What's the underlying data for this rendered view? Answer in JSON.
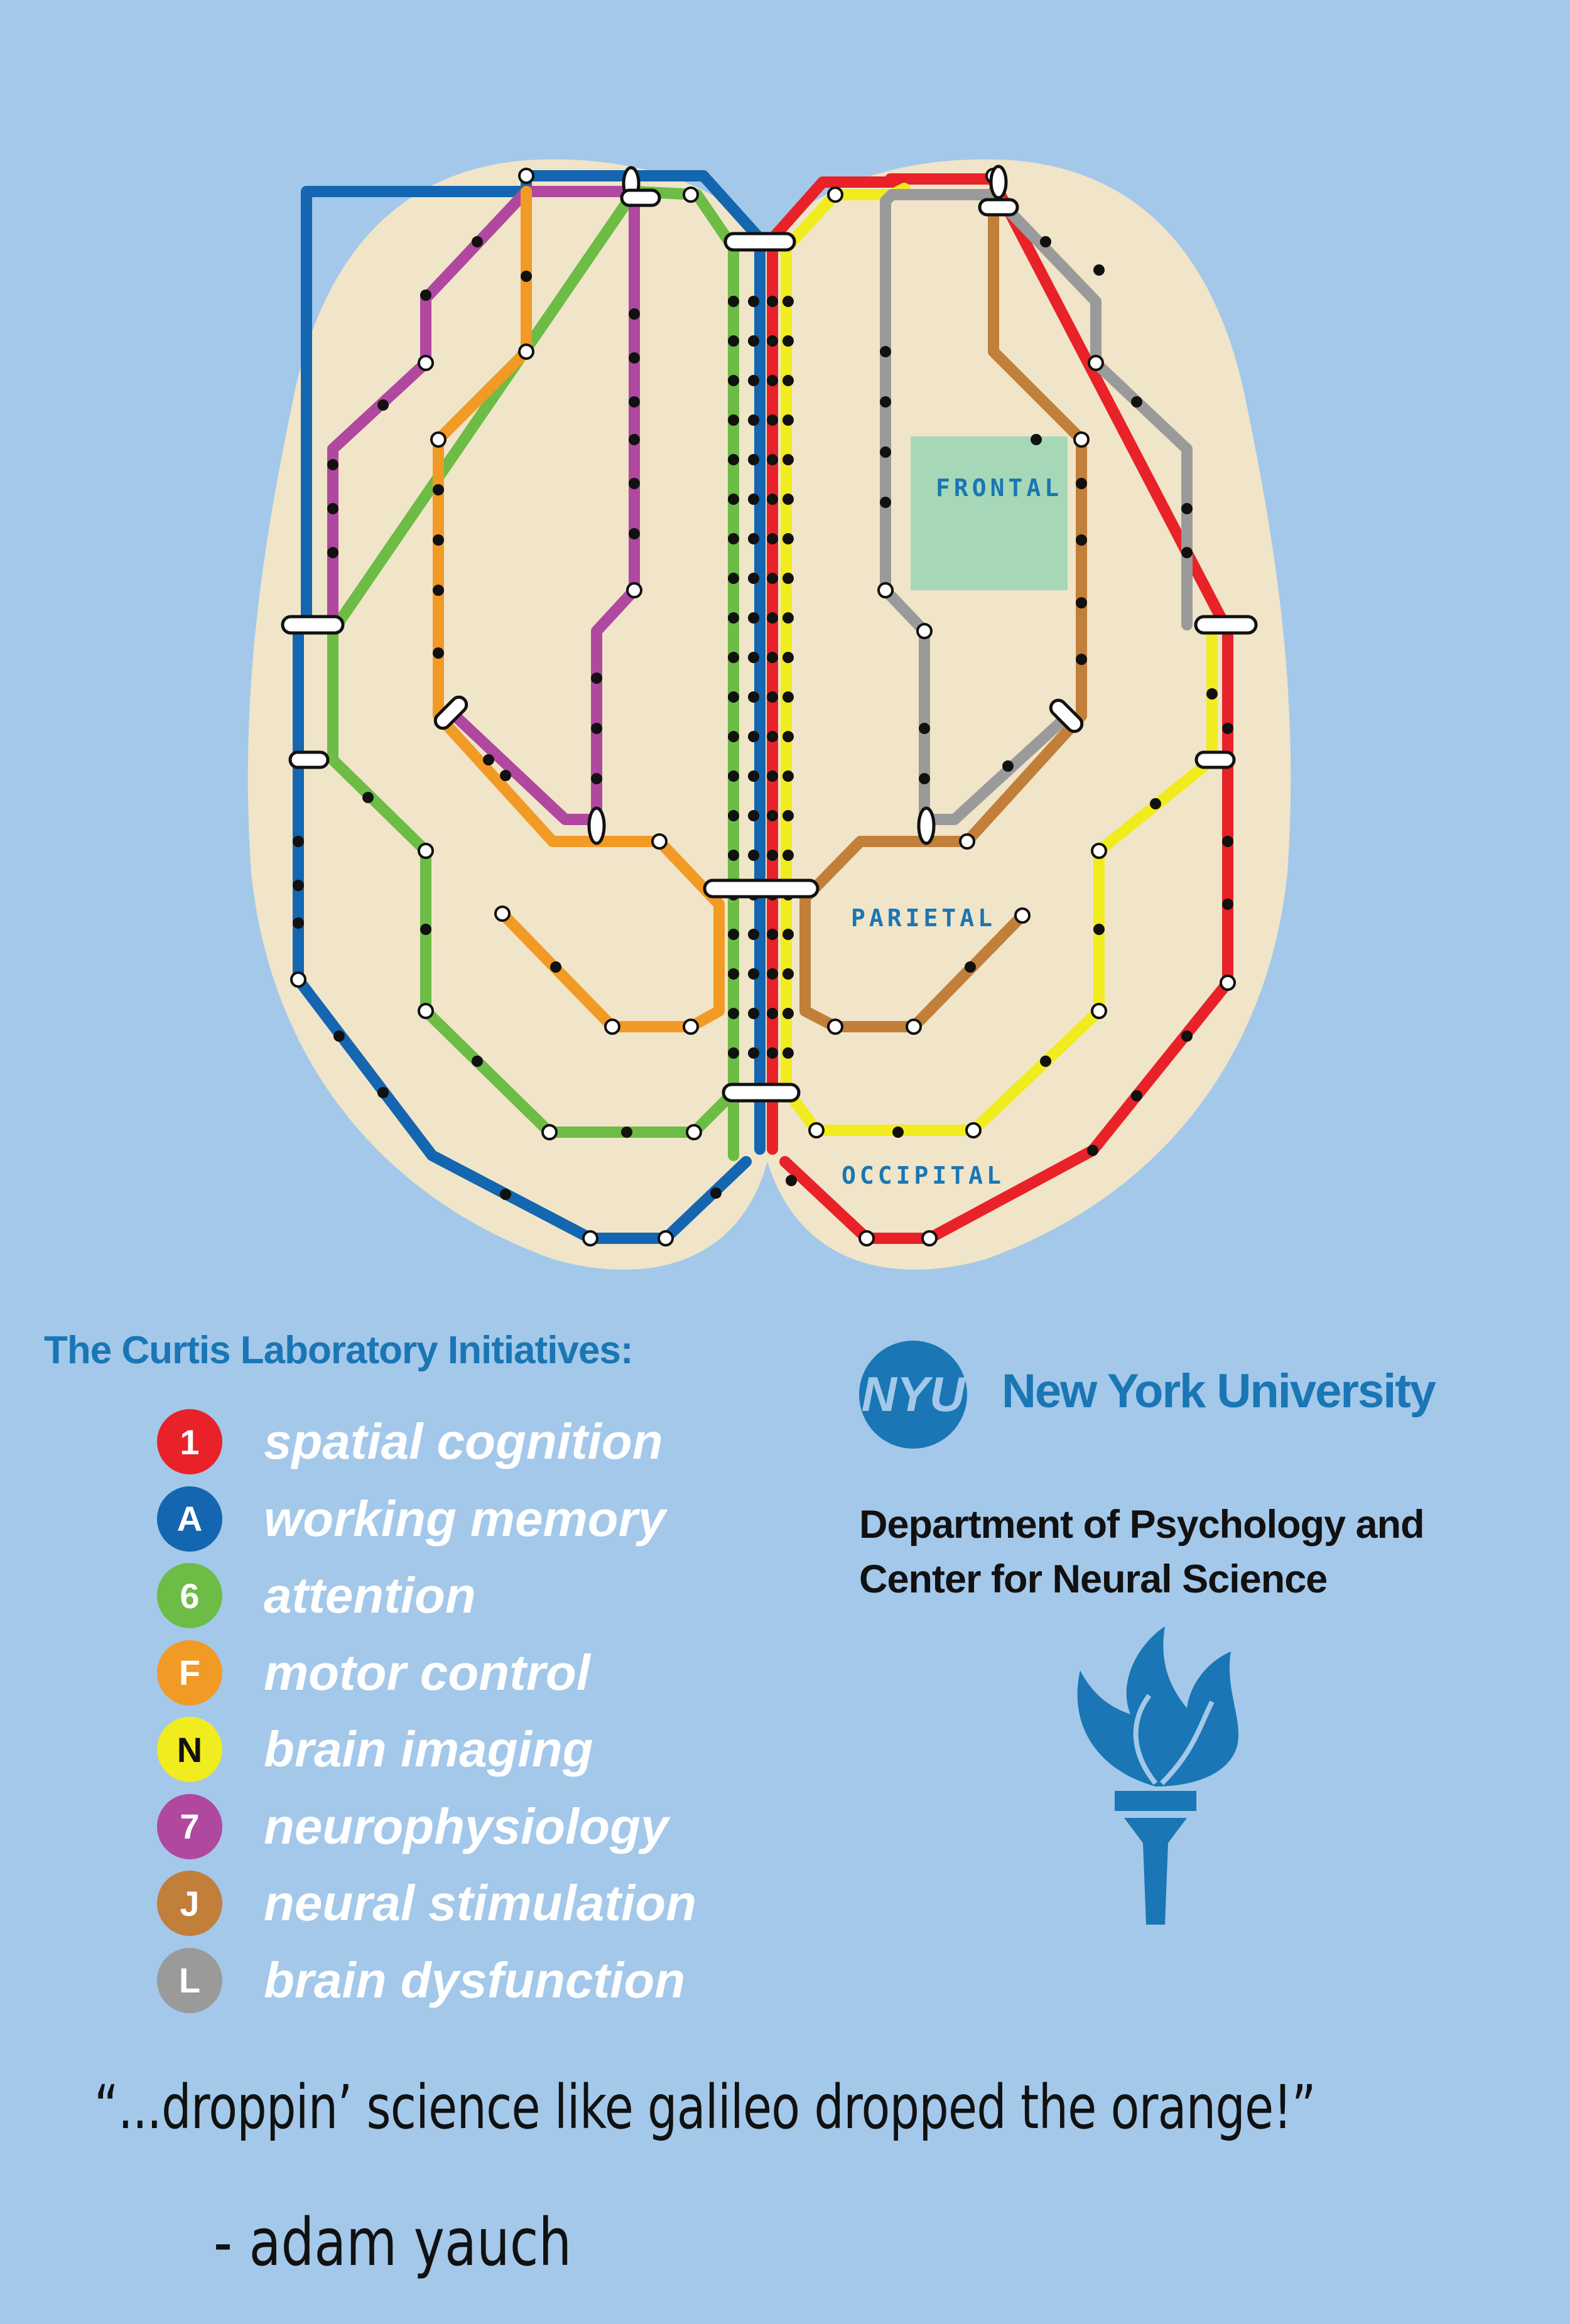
{
  "colors": {
    "background": "#a3c8ea",
    "brain": "#f0e5c8",
    "frontal_box": "#a6d8b8",
    "accent_blue": "#1a76b4",
    "lines": {
      "1": "#e82228",
      "A": "#1466b0",
      "6": "#6cbc46",
      "F": "#f29a26",
      "N": "#f1ec1e",
      "7": "#b048a0",
      "J": "#c17f3a",
      "L": "#9a9a9a"
    }
  },
  "map": {
    "regions": {
      "frontal": "FRONTAL",
      "parietal": "PARIETAL",
      "occipital": "OCCIPITAL"
    }
  },
  "legend": {
    "title": "The Curtis Laboratory Initiatives:",
    "items": [
      {
        "bullet": "1",
        "label": "spatial cognition",
        "color": "#e82228",
        "text_color": "#ffffff"
      },
      {
        "bullet": "A",
        "label": "working memory",
        "color": "#1466b0",
        "text_color": "#ffffff"
      },
      {
        "bullet": "6",
        "label": "attention",
        "color": "#6cbc46",
        "text_color": "#ffffff"
      },
      {
        "bullet": "F",
        "label": "motor control",
        "color": "#f29a26",
        "text_color": "#ffffff"
      },
      {
        "bullet": "N",
        "label": "brain imaging",
        "color": "#f1ec1e",
        "text_color": "#111111"
      },
      {
        "bullet": "7",
        "label": "neurophysiology",
        "color": "#b048a0",
        "text_color": "#ffffff"
      },
      {
        "bullet": "J",
        "label": "neural stimulation",
        "color": "#c17f3a",
        "text_color": "#ffffff"
      },
      {
        "bullet": "L",
        "label": "brain dysfunction",
        "color": "#9a9a9a",
        "text_color": "#ffffff"
      }
    ]
  },
  "institution": {
    "logo_text": "NYU",
    "name": "New York University",
    "department_line1": "Department of Psychology and",
    "department_line2": "Center for Neural Science",
    "emblem": "torch-icon"
  },
  "quote": {
    "text": "“...droppin’ science like galileo dropped the orange!”",
    "author": "- adam yauch"
  }
}
